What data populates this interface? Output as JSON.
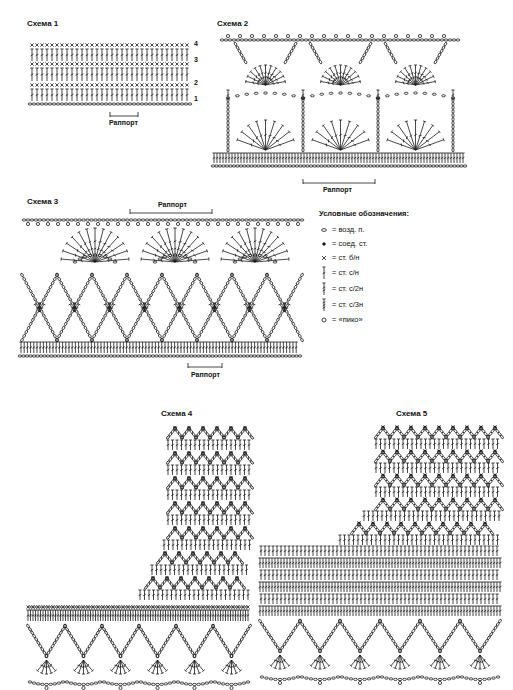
{
  "diagram": {
    "labels": [
      "Схема 1",
      "4",
      "3",
      "2",
      "1",
      "Раппорт",
      "Схема 2",
      "Раппорт",
      "Схема 3",
      "Раппорт",
      "Раппорт",
      "Условные обозначения:",
      "Схема 4",
      "Схема 5"
    ],
    "legend": [
      {
        "text": "= возд. п."
      },
      {
        "text": "= соед. ст."
      },
      {
        "text": "= ст. б/н"
      },
      {
        "text": "= ст. с/н"
      },
      {
        "text": "= ст. с/2н"
      },
      {
        "text": "= ст. с/3н"
      },
      {
        "text": "= «пико»"
      }
    ]
  }
}
